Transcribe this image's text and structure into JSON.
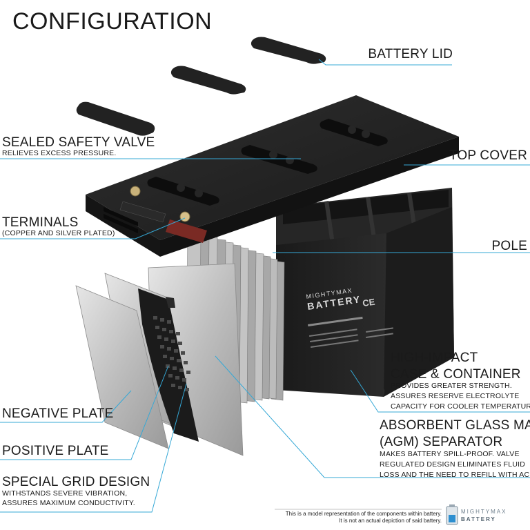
{
  "title": "CONFIGURATION",
  "callouts": {
    "battery_lid": {
      "label": "BATTERY LID"
    },
    "safety_valve": {
      "label": "SEALED SAFETY VALVE",
      "sub": "RELIEVES EXCESS PRESSURE."
    },
    "top_cover": {
      "label": "TOP COVER"
    },
    "terminals": {
      "label": "TERMINALS",
      "sub": "(COPPER AND SILVER PLATED)"
    },
    "pole": {
      "label": "POLE"
    },
    "case": {
      "label1": "HIGH-IMPACT",
      "label2": "CASE & CONTAINER",
      "sub1": "PROVIDES GREATER STRENGTH.",
      "sub2": "ASSURES RESERVE ELECTROLYTE",
      "sub3": "CAPACITY FOR COOLER TEMPERATURES"
    },
    "agm": {
      "label1": "ABSORBENT GLASS MAT",
      "label2": "(AGM) SEPARATOR",
      "sub1": "MAKES BATTERY SPILL-PROOF. VALVE",
      "sub2": "REGULATED DESIGN ELIMINATES FLUID",
      "sub3": "LOSS AND THE NEED TO REFILL WITH ACID."
    },
    "negative_plate": {
      "label": "NEGATIVE PLATE"
    },
    "positive_plate": {
      "label": "POSITIVE PLATE"
    },
    "grid": {
      "label": "SPECIAL GRID DESIGN",
      "sub1": "WITHSTANDS SEVERE VIBRATION,",
      "sub2": "ASSURES MAXIMUM CONDUCTIVITY."
    }
  },
  "case_print": {
    "brand1": "MIGHTYMAX",
    "brand2": "BATTERY"
  },
  "footer": {
    "line1": "This is a model representation of the components within battery.",
    "line2": "It is not an actual depiction of said battery."
  },
  "logo": {
    "word1": "MIGHTYMAX",
    "word2": "BATTERY"
  },
  "colors": {
    "leader": "#35a8d6",
    "battery": "#1e1e1e",
    "plate": "#bfbfbf"
  }
}
